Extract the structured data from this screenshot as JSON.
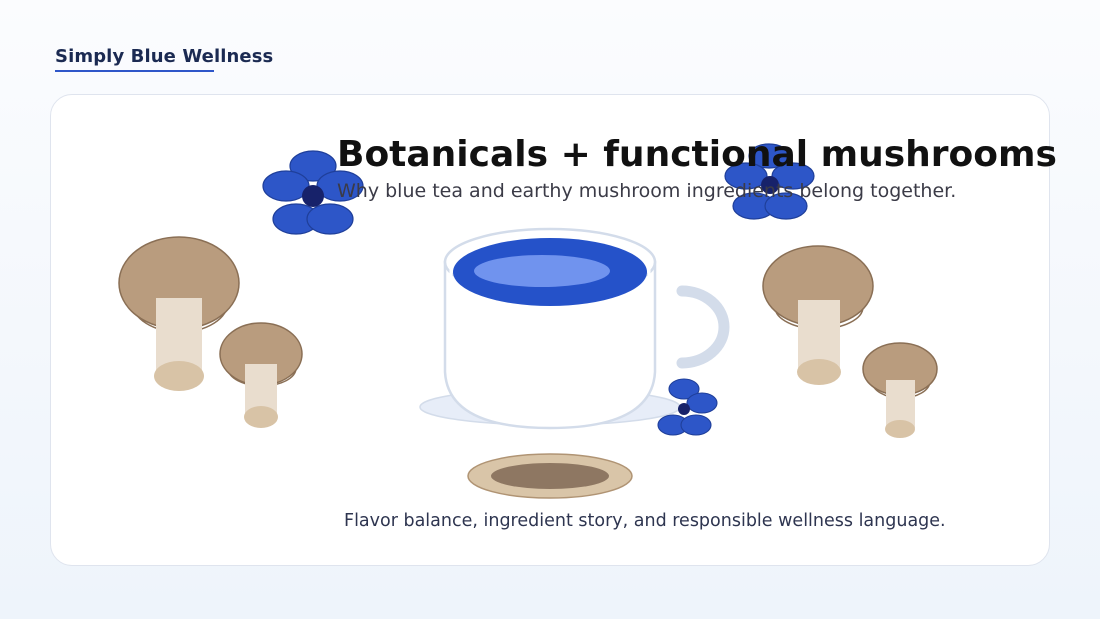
{
  "brand": {
    "name": "Simply Blue Wellness"
  },
  "slide": {
    "title": "Botanicals + functional mushrooms",
    "subtitle": "Why blue tea and earthy mushroom ingredients belong together.",
    "caption": "Flavor balance, ingredient story, and responsible wellness language."
  },
  "colors": {
    "brand_text": "#1b2a52",
    "accent_blue": "#2f56c9",
    "petal_blue": "#2d56c8",
    "flower_center": "#17226a",
    "tea_blue": "#2552c9",
    "tea_highlight": "#7093ee",
    "mushroom_cap": "#b99c7e",
    "mushroom_stem": "#e9ddce",
    "mushroom_base": "#d8c3a6",
    "cup_outline": "#d3dcea"
  },
  "icons": {
    "flowers": [
      "butterfly-pea-flower-icon"
    ],
    "cup": "tea-cup-icon",
    "mushrooms": [
      "mushroom-icon"
    ]
  }
}
